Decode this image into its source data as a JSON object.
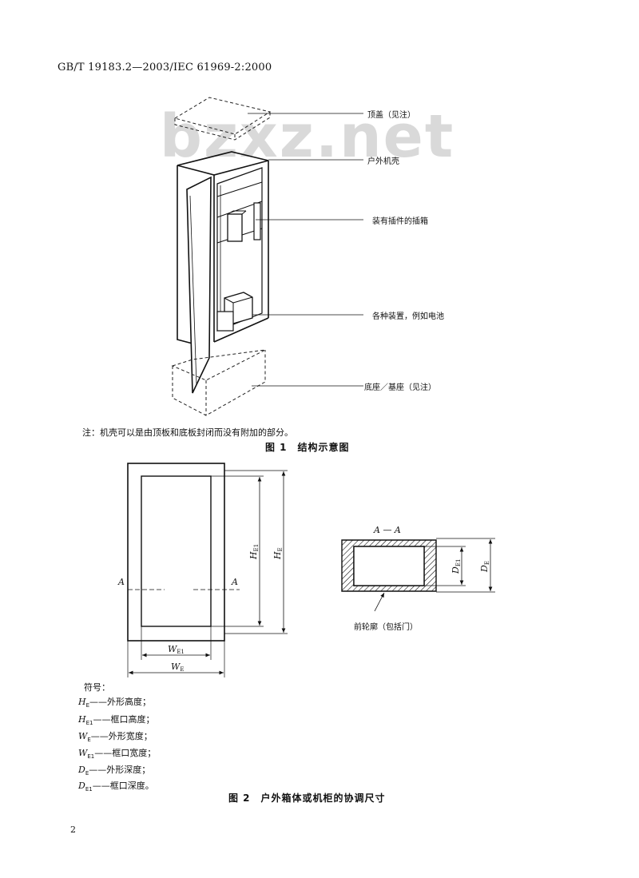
{
  "header": {
    "standard": "GB/T 19183.2—2003/IEC 61969-2:2000"
  },
  "watermark": "bzxz.net",
  "figure1": {
    "labels": {
      "top_cover": "顶盖（见注）",
      "outdoor_enclosure": "户外机壳",
      "subrack": "装有插件的插箱",
      "devices": "各种装置，例如电池",
      "base": "底座／基座（见注）"
    },
    "note": "注：机壳可以是由顶板和底板封闭而没有附加的部分。",
    "caption": "图 1　结构示意图"
  },
  "figure2": {
    "section_label": "A — A",
    "cut_mark": "A",
    "dims": {
      "H_main": "H",
      "H_E_sub": "E",
      "H_E1_sub": "E1",
      "W_main": "W",
      "W_E_sub": "E",
      "W_E1_sub": "E1",
      "D_main": "D",
      "D_E_sub": "E",
      "D_E1_sub": "E1"
    },
    "front_contour": "前轮廓（包括门）",
    "caption": "图 2　户外箱体或机柜的协调尺寸"
  },
  "symbols": {
    "heading": "符号：",
    "rows": [
      {
        "sym": "H",
        "sub": "E",
        "desc": "——外形高度；"
      },
      {
        "sym": "H",
        "sub": "E1",
        "desc": "——框口高度；"
      },
      {
        "sym": "W",
        "sub": "E",
        "desc": "——外形宽度；"
      },
      {
        "sym": "W",
        "sub": "E1",
        "desc": "——框口宽度；"
      },
      {
        "sym": "D",
        "sub": "E",
        "desc": "——外形深度；"
      },
      {
        "sym": "D",
        "sub": "E1",
        "desc": "——框口深度。"
      }
    ]
  },
  "page_number": "2"
}
